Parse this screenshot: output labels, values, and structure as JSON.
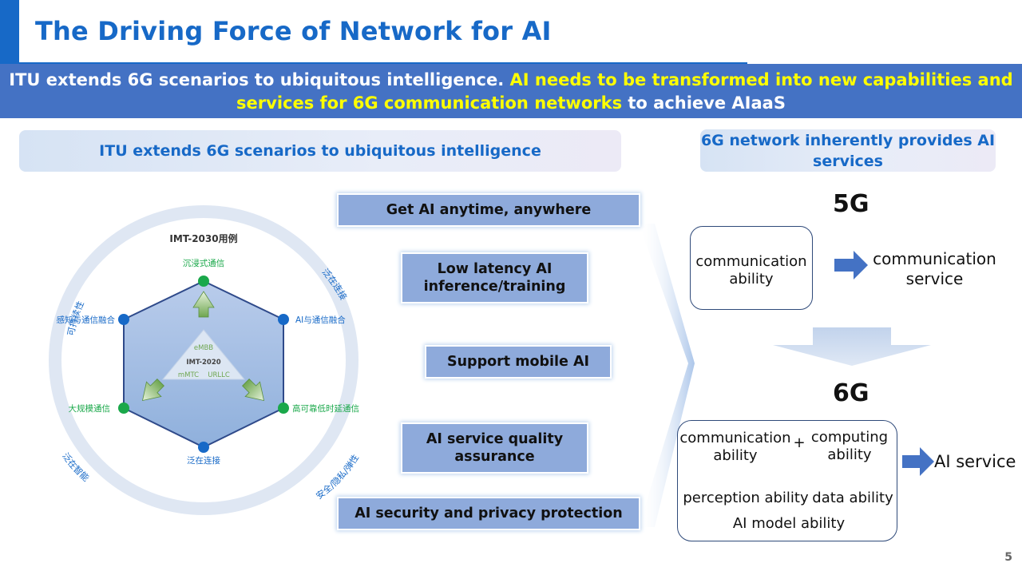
{
  "slide": {
    "title": "The Driving Force of Network for AI",
    "page_number": "5"
  },
  "banner": {
    "part1": "ITU extends 6G scenarios to ubiquitous intelligence.",
    "part2": "AI needs to be transformed into new capabilities and services for 6G communication networks",
    "part3": "to achieve AIaaS"
  },
  "left_section": {
    "heading": "ITU extends 6G scenarios to ubiquitous intelligence",
    "diagram": {
      "title": "IMT-2030用例",
      "ring_labels": [
        "可持续性",
        "泛在连接",
        "泛在智能",
        "安全/隐私/弹性"
      ],
      "vertices": [
        "沉浸式通信",
        "AI与通信融合",
        "高可靠低时延通信",
        "泛在连接",
        "大规模通信",
        "感知与通信融合"
      ],
      "core": {
        "embb": "eMBB",
        "imt2020": "IMT-2020",
        "mmtc": "mMTC",
        "urllc": "URLLC"
      }
    },
    "capabilities": [
      "Get AI anytime, anywhere",
      "Low latency AI inference/training",
      "Support mobile AI",
      "AI service quality assurance",
      "AI security and privacy protection"
    ]
  },
  "right_section": {
    "heading": "6G network inherently provides AI services",
    "g5": {
      "label": "5G",
      "ability": "communication ability",
      "service": "communication service"
    },
    "g6": {
      "label": "6G",
      "comm": "communication ability",
      "plus": "+",
      "computing": "computing ability",
      "perception": "perception ability",
      "data": "data ability",
      "model": "AI model ability",
      "service": "AI service"
    }
  },
  "colors": {
    "brand_blue": "#1769c7",
    "banner_bg": "#4472c4",
    "highlight": "#ffff00",
    "box_fill": "#8eaadb",
    "arrow": "#4472c4",
    "vertex_green": "#1aa84a",
    "vertex_blue": "#1769c7"
  }
}
